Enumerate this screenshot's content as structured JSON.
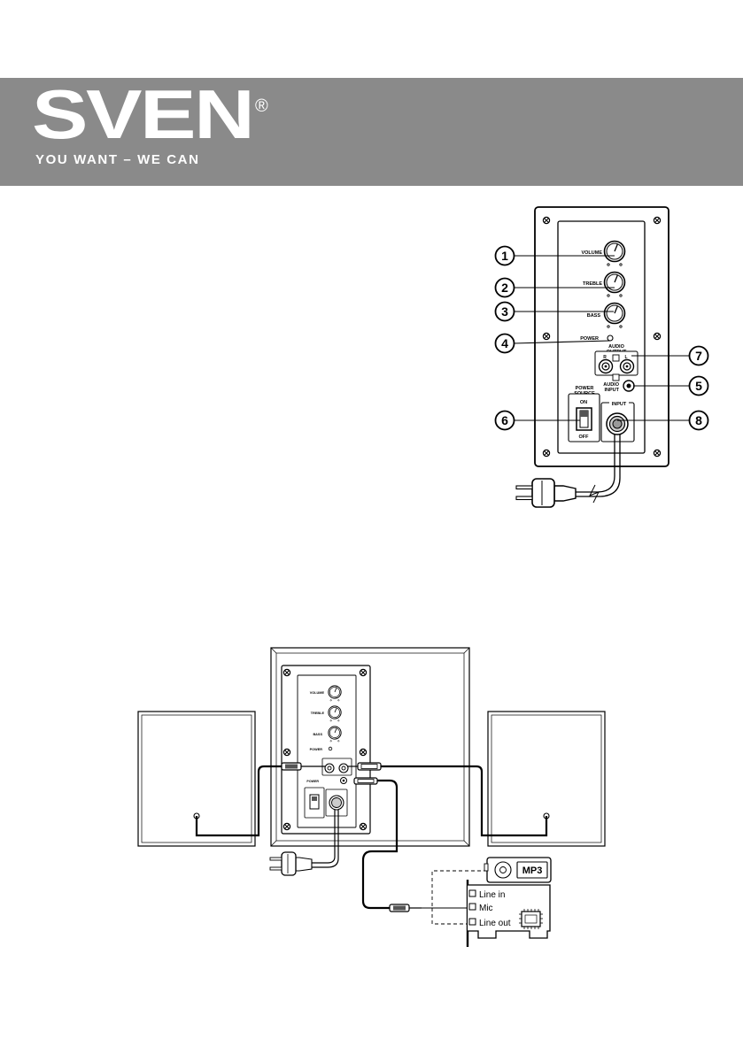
{
  "header": {
    "logo": "SVEN",
    "registered_mark": "®",
    "slogan": "YOU WANT – WE CAN",
    "banner_color": "#8a8a8a"
  },
  "panel": {
    "labels": {
      "volume": "VOLUME",
      "treble": "TREBLE",
      "bass": "BASS",
      "power": "POWER",
      "audio_output_1": "AUDIO",
      "audio_output_2": "OUTPUT",
      "out_r": "R",
      "out_l": "L",
      "audio_input_1": "AUDIO",
      "audio_input_2": "INPUT",
      "power_source_1": "POWER",
      "power_source_2": "SOURCE",
      "on": "ON",
      "off": "OFF",
      "input": "INPUT"
    },
    "callouts": [
      "1",
      "2",
      "3",
      "4",
      "5",
      "6",
      "7",
      "8"
    ]
  },
  "connection": {
    "mp3_label": "MP3",
    "soundcard": {
      "line_in": "Line in",
      "mic": "Mic",
      "line_out": "Line out"
    }
  }
}
